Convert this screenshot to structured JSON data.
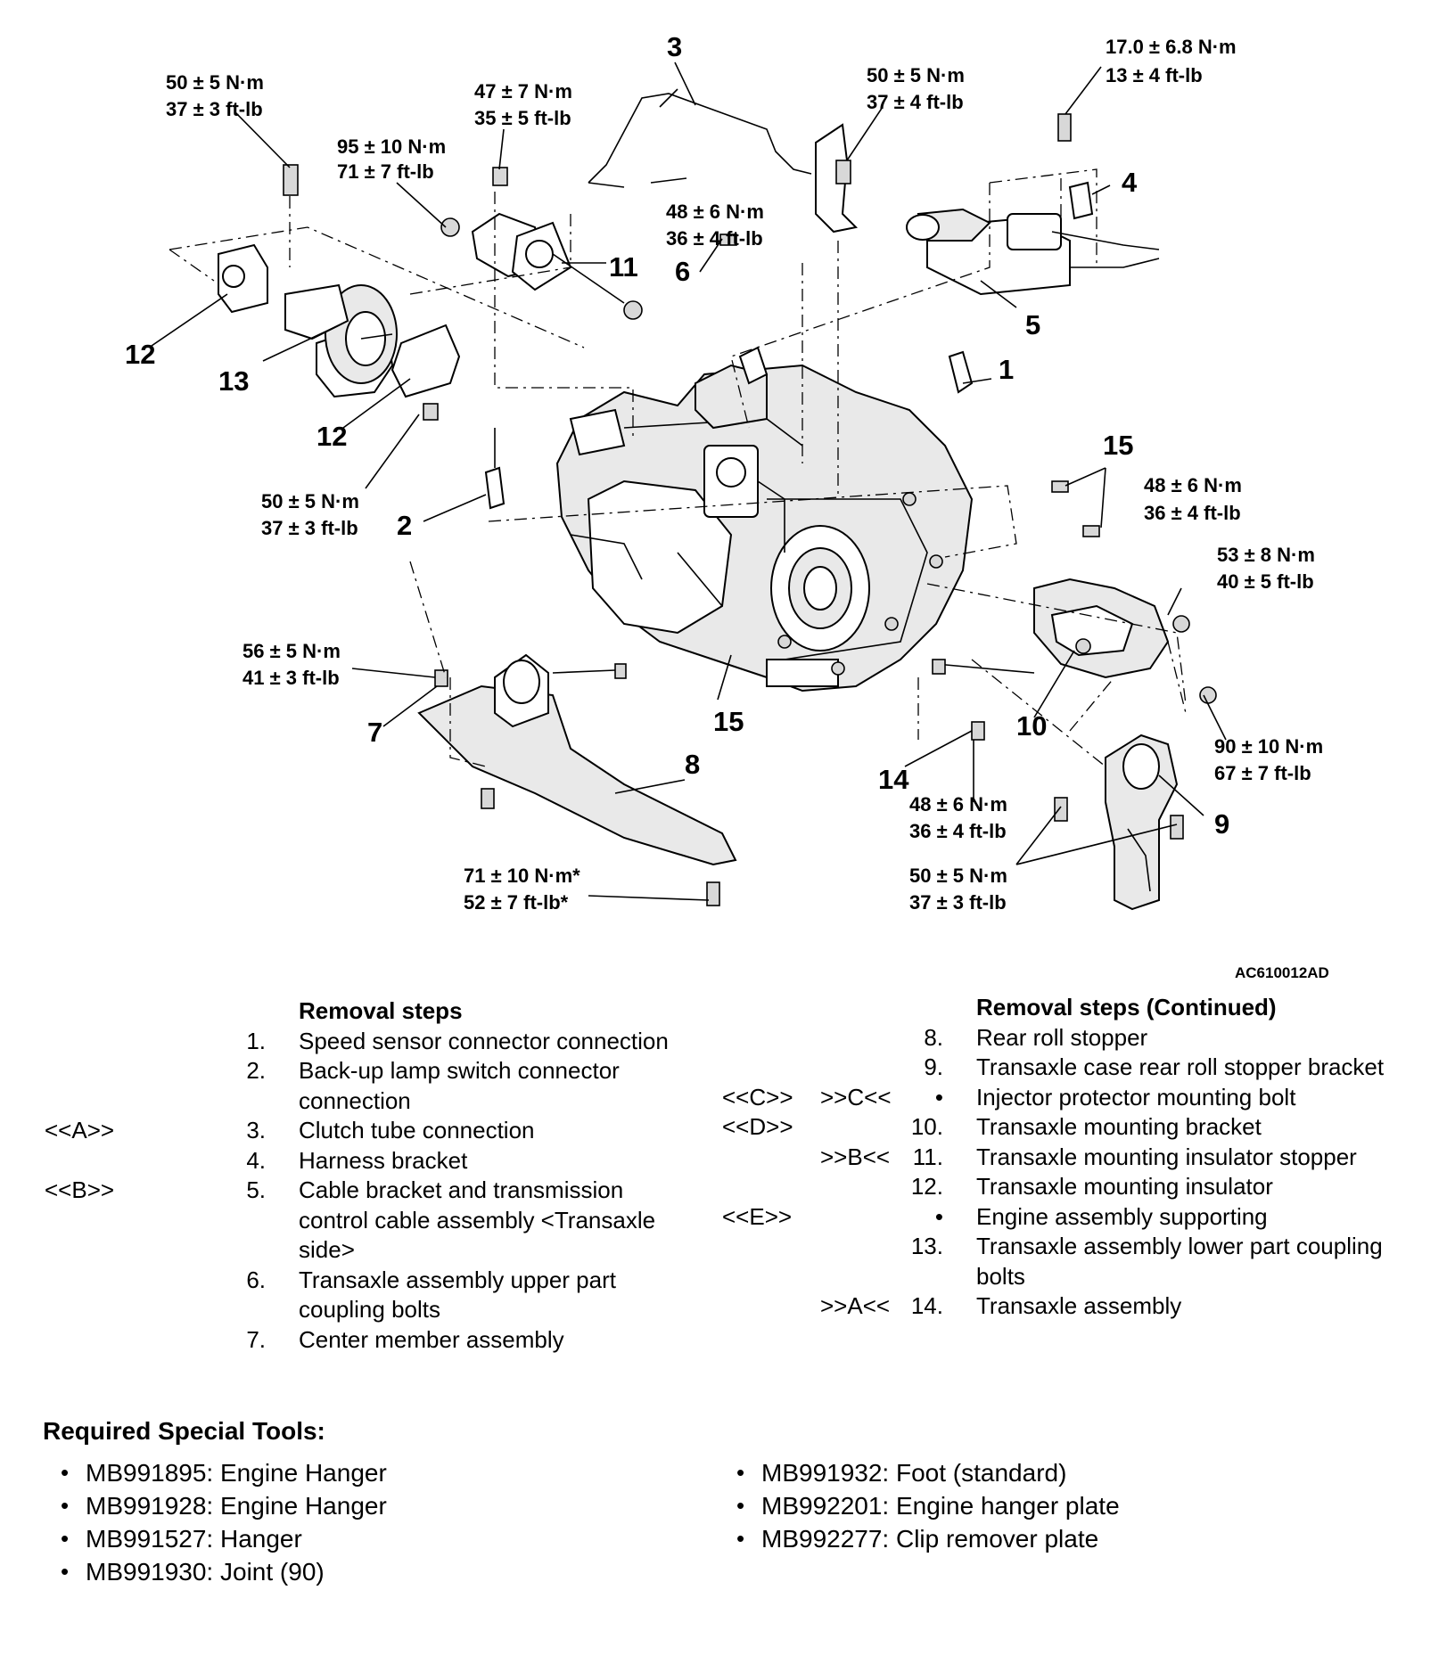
{
  "diagram": {
    "figure_id": "AC610012AD",
    "callouts": [
      "1",
      "2",
      "3",
      "4",
      "5",
      "6",
      "7",
      "8",
      "9",
      "10",
      "11",
      "12",
      "12",
      "13",
      "14",
      "15",
      "15",
      "15"
    ],
    "torques": [
      {
        "nm": "50 ± 5 N·m",
        "ft": "37 ± 3 ft-lb"
      },
      {
        "nm": "47 ± 7 N·m",
        "ft": "35 ± 5 ft-lb"
      },
      {
        "nm": "95 ± 10 N·m",
        "ft": "71 ± 7 ft-lb"
      },
      {
        "nm": "50 ± 5 N·m",
        "ft": "37 ± 4 ft-lb"
      },
      {
        "nm": "17.0 ± 6.8 N·m",
        "ft": "13 ± 4 ft-lb"
      },
      {
        "nm": "48 ± 6 N·m",
        "ft": "36 ± 4 ft-lb"
      },
      {
        "nm": "50 ± 5 N·m",
        "ft": "37 ± 3 ft-lb"
      },
      {
        "nm": "48 ± 6 N·m",
        "ft": "36 ± 4 ft-lb"
      },
      {
        "nm": "53 ± 8 N·m",
        "ft": "40 ± 5 ft-lb"
      },
      {
        "nm": "56 ± 5 N·m",
        "ft": "41 ± 3 ft-lb"
      },
      {
        "nm": "90 ± 10 N·m",
        "ft": "67 ± 7 ft-lb"
      },
      {
        "nm": "48 ± 6 N·m",
        "ft": "36 ± 4 ft-lb"
      },
      {
        "nm": "50 ± 5 N·m",
        "ft": "37 ± 3 ft-lb"
      },
      {
        "nm": "71 ± 10 N·m*",
        "ft": "52 ± 7 ft-lb*"
      }
    ]
  },
  "removal_steps": {
    "title": "Removal steps",
    "title_continued": "Removal steps (Continued)",
    "left": [
      {
        "mark": "",
        "mark2": "",
        "num": "1.",
        "text": "Speed sensor connector connection"
      },
      {
        "mark": "",
        "mark2": "",
        "num": "2.",
        "text": "Back-up lamp switch connector connection"
      },
      {
        "mark": "<<A>>",
        "mark2": "",
        "num": "3.",
        "text": "Clutch tube connection"
      },
      {
        "mark": "",
        "mark2": "",
        "num": "4.",
        "text": "Harness bracket"
      },
      {
        "mark": "<<B>>",
        "mark2": "",
        "num": "5.",
        "text": "Cable bracket and transmission control cable assembly <Transaxle side>"
      },
      {
        "mark": "",
        "mark2": "",
        "num": "6.",
        "text": "Transaxle assembly upper part coupling bolts"
      },
      {
        "mark": "",
        "mark2": "",
        "num": "7.",
        "text": "Center member assembly"
      }
    ],
    "right": [
      {
        "mark": "",
        "mark2": "",
        "num": "8.",
        "text": "Rear roll stopper"
      },
      {
        "mark": "",
        "mark2": "",
        "num": "9.",
        "text": "Transaxle case rear roll stopper bracket"
      },
      {
        "mark": "<<C>>",
        "mark2": ">>C<<",
        "num": "•",
        "text": "Injector protector mounting bolt"
      },
      {
        "mark": "<<D>>",
        "mark2": "",
        "num": "10.",
        "text": "Transaxle mounting bracket"
      },
      {
        "mark": "",
        "mark2": ">>B<<",
        "num": "11.",
        "text": "Transaxle mounting insulator stopper"
      },
      {
        "mark": "",
        "mark2": "",
        "num": "12.",
        "text": "Transaxle mounting insulator"
      },
      {
        "mark": "<<E>>",
        "mark2": "",
        "num": "•",
        "text": "Engine assembly supporting"
      },
      {
        "mark": "",
        "mark2": "",
        "num": "13.",
        "text": "Transaxle assembly lower part coupling bolts"
      },
      {
        "mark": "",
        "mark2": ">>A<<",
        "num": "14.",
        "text": "Transaxle assembly"
      }
    ]
  },
  "special_tools": {
    "title": "Required Special Tools:",
    "left": [
      "MB991895: Engine Hanger",
      "MB991928: Engine Hanger",
      "MB991527: Hanger",
      "MB991930: Joint (90)"
    ],
    "right": [
      "MB991932: Foot (standard)",
      "MB992201: Engine hanger plate",
      "MB992277: Clip remover plate"
    ]
  }
}
